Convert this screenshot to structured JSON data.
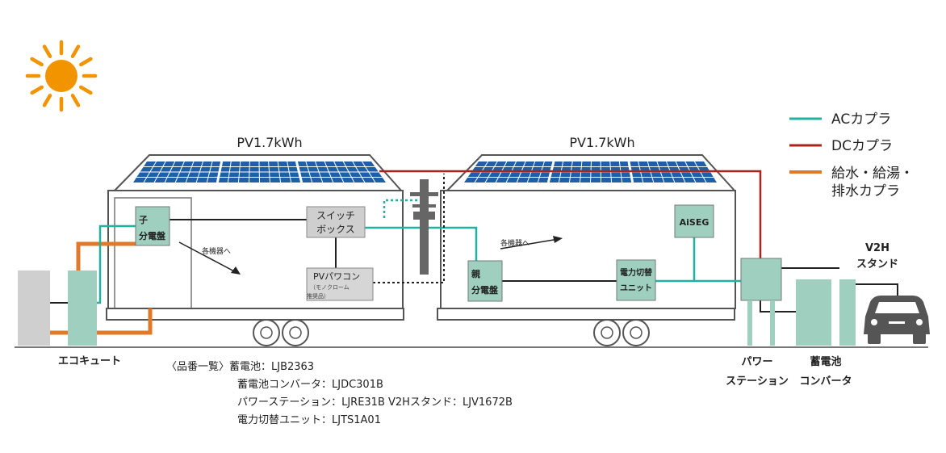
{
  "colors": {
    "ac": "#20b2a0",
    "dc": "#a8241c",
    "water": "#e07a2a",
    "sun": "#f29400",
    "equipment": "#9fcfbf",
    "tank": "#cfcfcf",
    "frame": "#555555",
    "panel": "#1e5fa8"
  },
  "legend": {
    "ac": "ACカプラ",
    "dc": "DCカプラ",
    "water_line1": "給水・給湯・",
    "water_line2": "排水カプラ"
  },
  "house_left": {
    "pv_label": "PV1.7kWh",
    "sub_panel_line1": "子",
    "sub_panel_line2": "分電盤",
    "switch_box_line1": "スイッチ",
    "switch_box_line2": "ボックス",
    "pv_inverter_line1": "PVパワコン",
    "pv_inverter_line2": "（モノクローム",
    "pv_inverter_line3": "推奨品）",
    "to_devices": "各機器へ"
  },
  "house_right": {
    "pv_label": "PV1.7kWh",
    "main_panel_line1": "親",
    "main_panel_line2": "分電盤",
    "switch_unit_line1": "電力切替",
    "switch_unit_line2": "ユニット",
    "aiseg": "AiSEG",
    "to_devices": "各機器へ"
  },
  "outside": {
    "ecocute": "エコキュート",
    "power_station_line1": "パワー",
    "power_station_line2": "ステーション",
    "battery_converter_line1": "蓄電池",
    "battery_converter_line2": "コンバータ",
    "v2h_line1": "V2H",
    "v2h_line2": "スタンド"
  },
  "product_list": {
    "line1": "〈品番一覧〉蓄電池：LJB2363",
    "line2": "蓄電池コンバータ：LJDC301B",
    "line3": "パワーステーション：LJRE31B V2Hスタンド：LJV1672B",
    "line4": "電力切替ユニット：LJTS1A01"
  }
}
